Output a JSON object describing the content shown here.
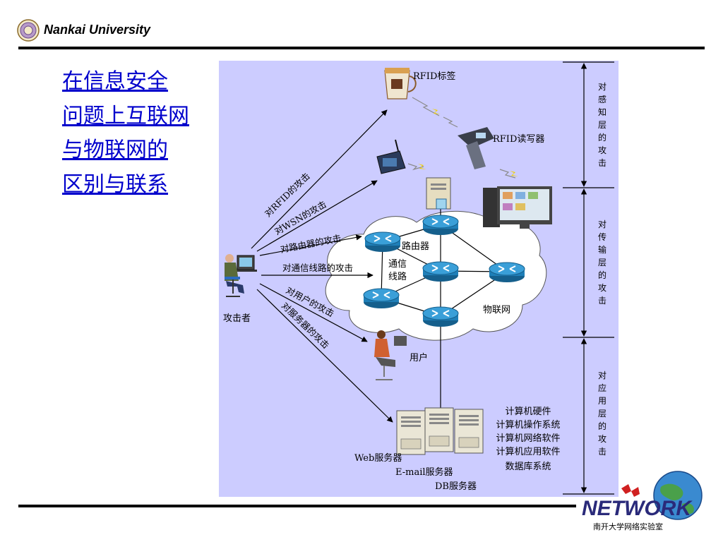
{
  "header": {
    "title": "Nankai University"
  },
  "slide": {
    "title_lines": [
      "在信息安全",
      "问题上互联网",
      "与物联网的",
      "区别与联系"
    ]
  },
  "diagram": {
    "rfid_tag": "RFID标签",
    "rfid_reader": "RFID读写器",
    "router_label": "路由器",
    "line_label_1": "通信",
    "line_label_2": "线路",
    "iot_net": "物联网",
    "attacker": "攻击者",
    "user": "用户",
    "web_server": "Web服务器",
    "email_server": "E-mail服务器",
    "db_server": "DB服务器",
    "attacks": {
      "rfid": "对RFID的攻击",
      "wsn": "对WSN的攻击",
      "router": "对路由器的攻击",
      "line": "对通信线路的攻击",
      "user": "对用户的攻击",
      "server": "对服务器的攻击"
    },
    "server_items": [
      "计算机硬件",
      "计算机操作系统",
      "计算机网络软件",
      "计算机应用软件",
      "数据库系统"
    ],
    "layers": {
      "perception": [
        "对",
        "感",
        "知",
        "层",
        "的",
        "攻",
        "击"
      ],
      "transport": [
        "对",
        "传",
        "输",
        "层",
        "的",
        "攻",
        "击"
      ],
      "application": [
        "对",
        "应",
        "用",
        "层",
        "的",
        "攻",
        "击"
      ]
    }
  },
  "logo": {
    "brand": "NETWORK",
    "caption": "南开大学网络实验室"
  },
  "colors": {
    "title": "#0000cc",
    "panel": "#ccccff",
    "router": "#1f7fb8"
  }
}
